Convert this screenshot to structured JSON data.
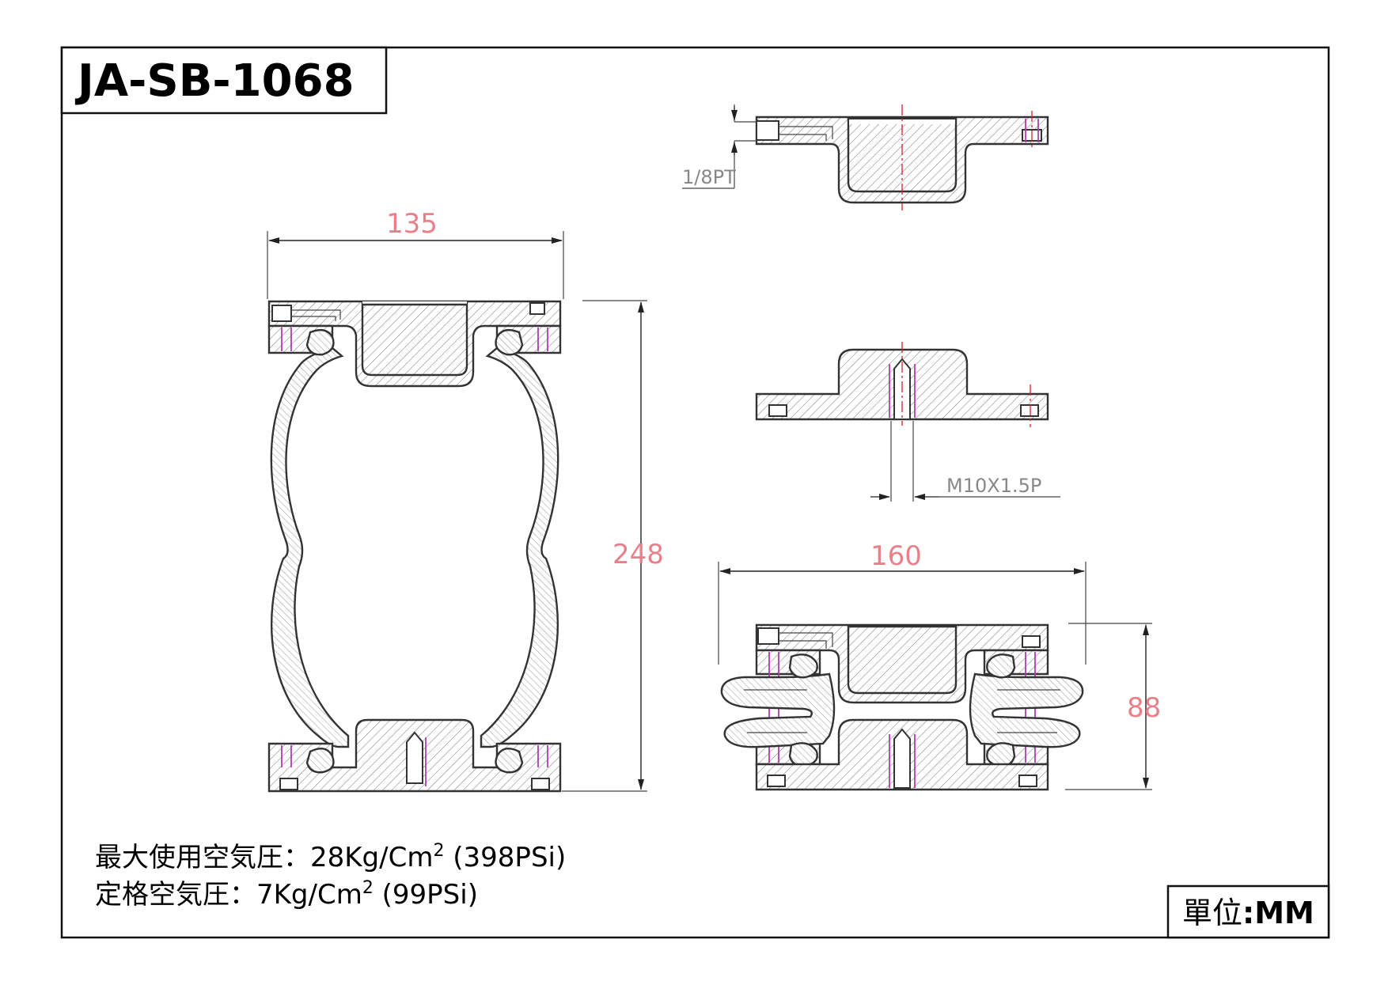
{
  "title": "JA-SB-1068",
  "dimensions": {
    "single_width": "135",
    "single_height": "248",
    "double_width": "160",
    "double_height": "88"
  },
  "thread_labels": {
    "air_port": "1/8PT",
    "bottom_thread": "M10X1.5P"
  },
  "notes": {
    "max_pressure_prefix": "最大使用空気圧：28Kg/Cm",
    "max_pressure_sup": "2",
    "max_pressure_suffix": " (398PSi)",
    "rated_pressure_prefix": "定格空気圧：7Kg/Cm",
    "rated_pressure_sup": "2",
    "rated_pressure_suffix": " (99PSi)"
  },
  "unit": {
    "label": "單位",
    "value": ":MM"
  }
}
